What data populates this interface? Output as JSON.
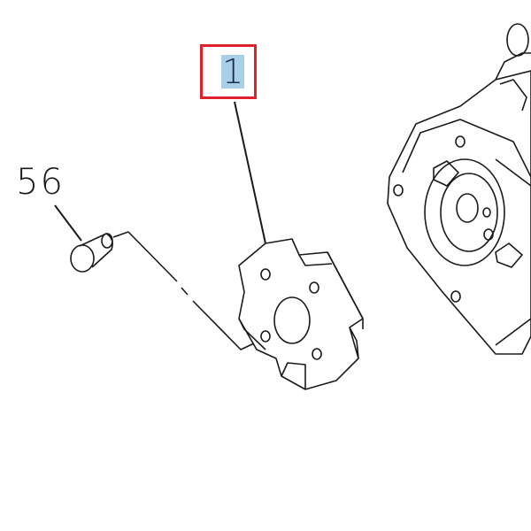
{
  "diagram": {
    "callouts": [
      {
        "id": "1",
        "label": "1",
        "highlighted": true
      },
      {
        "id": "56",
        "label": "56",
        "highlighted": false
      }
    ],
    "colors": {
      "highlight_box": "#e0202a",
      "text_selection": "#a9cfe8",
      "line": "#1a1a1a"
    }
  }
}
